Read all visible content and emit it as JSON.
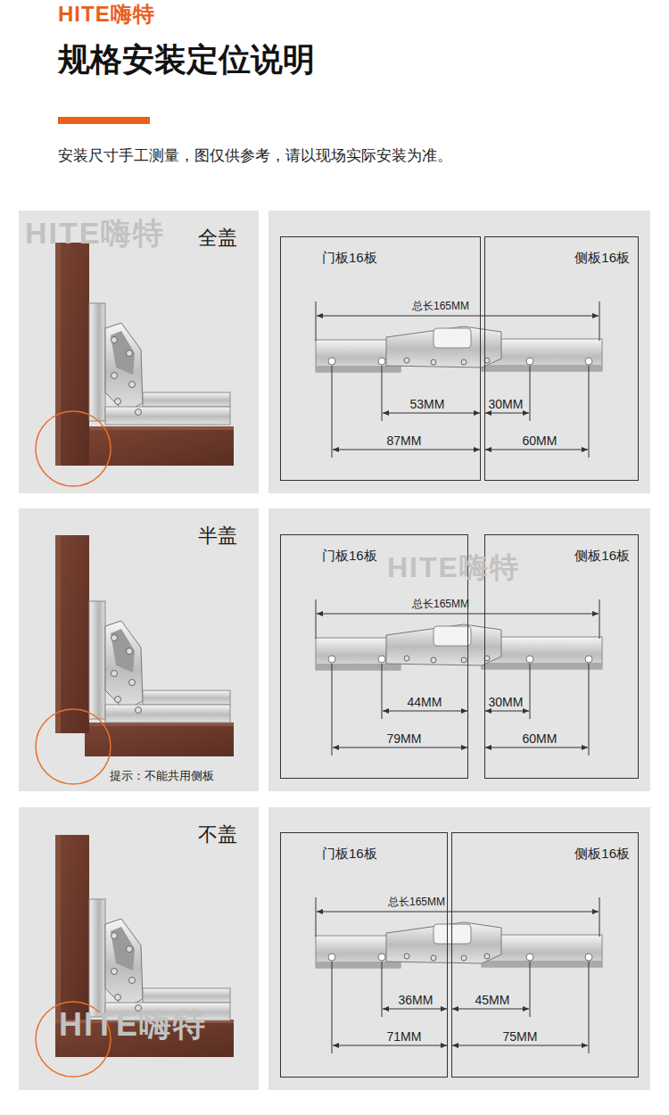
{
  "diagram": {
    "title": "规格安装定位说明",
    "caption": "安装尺寸手工测量，图仅供参考，请以现场实际安装为准。",
    "nodes": [
      {
        "text": [
          "全盖"
        ]
      },
      {
        "text": [
          "门板16板"
        ]
      },
      {
        "text": [
          "侧板16板"
        ]
      },
      {
        "text": [
          "半盖",
          "提示：不能共用侧板"
        ]
      },
      {
        "text": [
          "门板16板"
        ]
      },
      {
        "text": [
          "侧板16板"
        ]
      },
      {
        "text": [
          "不盖"
        ]
      },
      {
        "text": [
          "门板16板"
        ]
      },
      {
        "text": [
          "侧板16板"
        ]
      }
    ],
    "labels": [
      "HITE嗨特",
      "HITE嗨特",
      "总长165MM",
      "53MM",
      "30MM",
      "87MM",
      "60MM",
      "HITE嗨特",
      "总长165MM",
      "44MM",
      "30MM",
      "79MM",
      "60MM",
      "HITE嗨特",
      "总长165MM",
      "36MM",
      "45MM",
      "71MM",
      "75MM"
    ]
  }
}
